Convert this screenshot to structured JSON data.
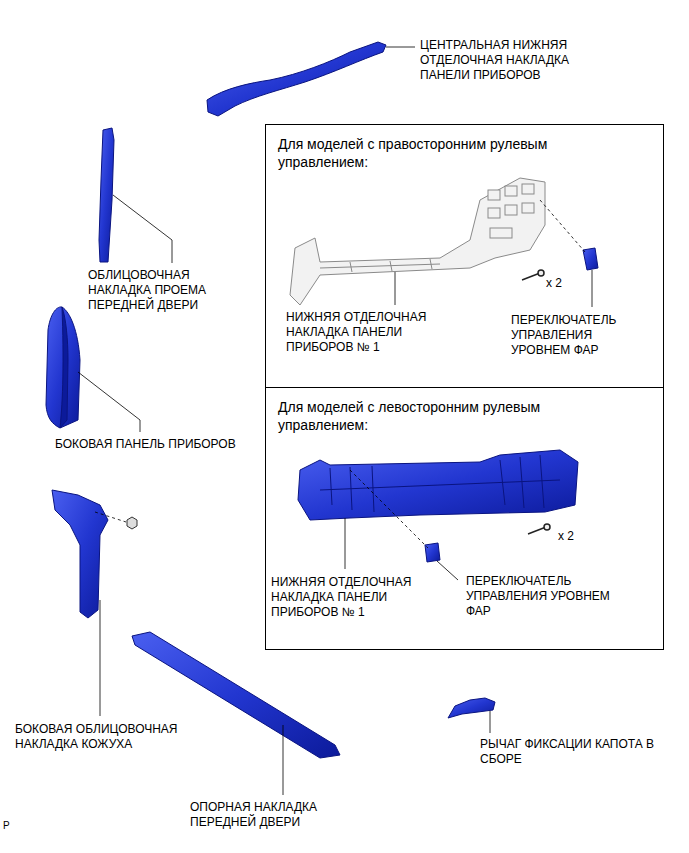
{
  "diagram": {
    "nodes": [
      {
        "text": [
          "Для моделей с правосторонним рулевым управлением:",
          "НИЖНЯЯ ОТДЕЛОЧНАЯ НАКЛАДКА ПАНЕЛИ ПРИБОРОВ № 1",
          "ПЕРЕКЛЮЧАТЕЛЬ УПРАВЛЕНИЯ УРОВНЕМ ФАР",
          "x 2"
        ]
      },
      {
        "text": [
          "Для моделей с левосторонним рулевым управлением:",
          "x 2",
          "НИЖНЯЯ ОТДЕЛОЧНАЯ НАКЛАДКА ПАНЕЛИ ПРИБОРОВ № 1",
          "ПЕРЕКЛЮЧАТЕЛЬ УПРАВЛЕНИЯ УРОВНЕМ ФАР"
        ]
      }
    ],
    "labels": [
      "ЦЕНТРАЛЬНАЯ НИЖНЯЯ ОТДЕЛОЧНАЯ НАКЛАДКА ПАНЕЛИ ПРИБОРОВ",
      "ОБЛИЦОВОЧНАЯ НАКЛАДКА ПРОЕМА ПЕРЕДНЕЙ ДВЕРИ",
      "БОКОВАЯ ПАНЕЛЬ ПРИБОРОВ",
      "БОКОВАЯ ОБЛИЦОВОЧНАЯ НАКЛАДКА КОЖУХА",
      "ОПОРНАЯ НАКЛАДКА ПЕРЕДНЕЙ ДВЕРИ",
      "РЫЧАГ ФИКСАЦИИ КАПОТА В СБОРЕ",
      "P"
    ]
  }
}
